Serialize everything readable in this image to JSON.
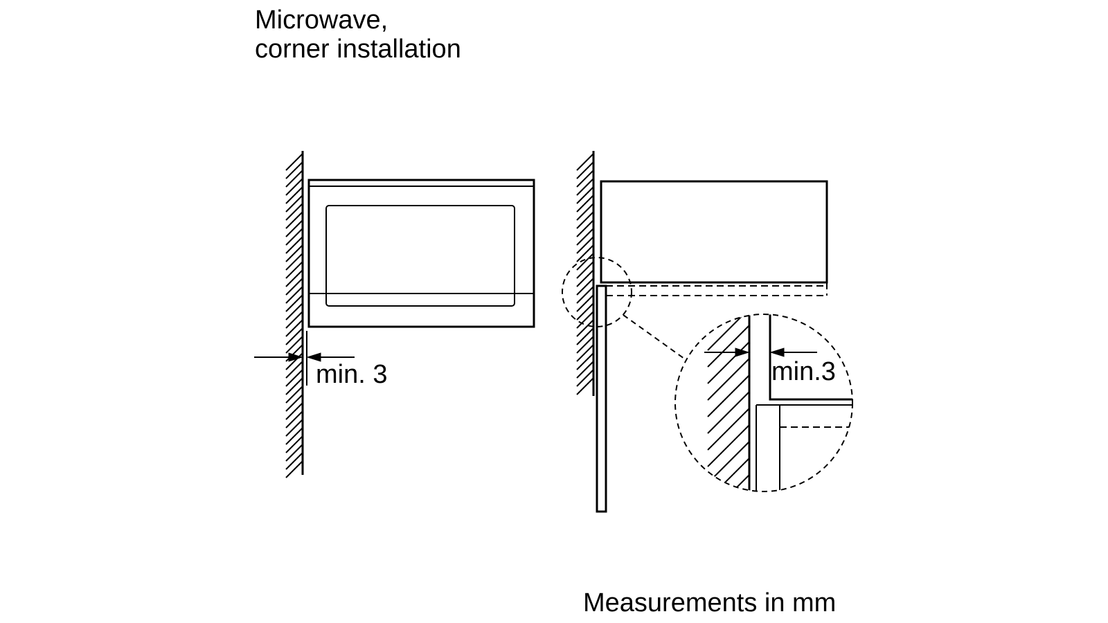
{
  "title": {
    "line1": "Microwave,",
    "line2": "corner installation"
  },
  "labels": {
    "left_clearance": "min. 3",
    "detail_clearance": "min.3"
  },
  "footer": "Measurements in mm",
  "colors": {
    "stroke": "#000000",
    "background": "#ffffff"
  }
}
